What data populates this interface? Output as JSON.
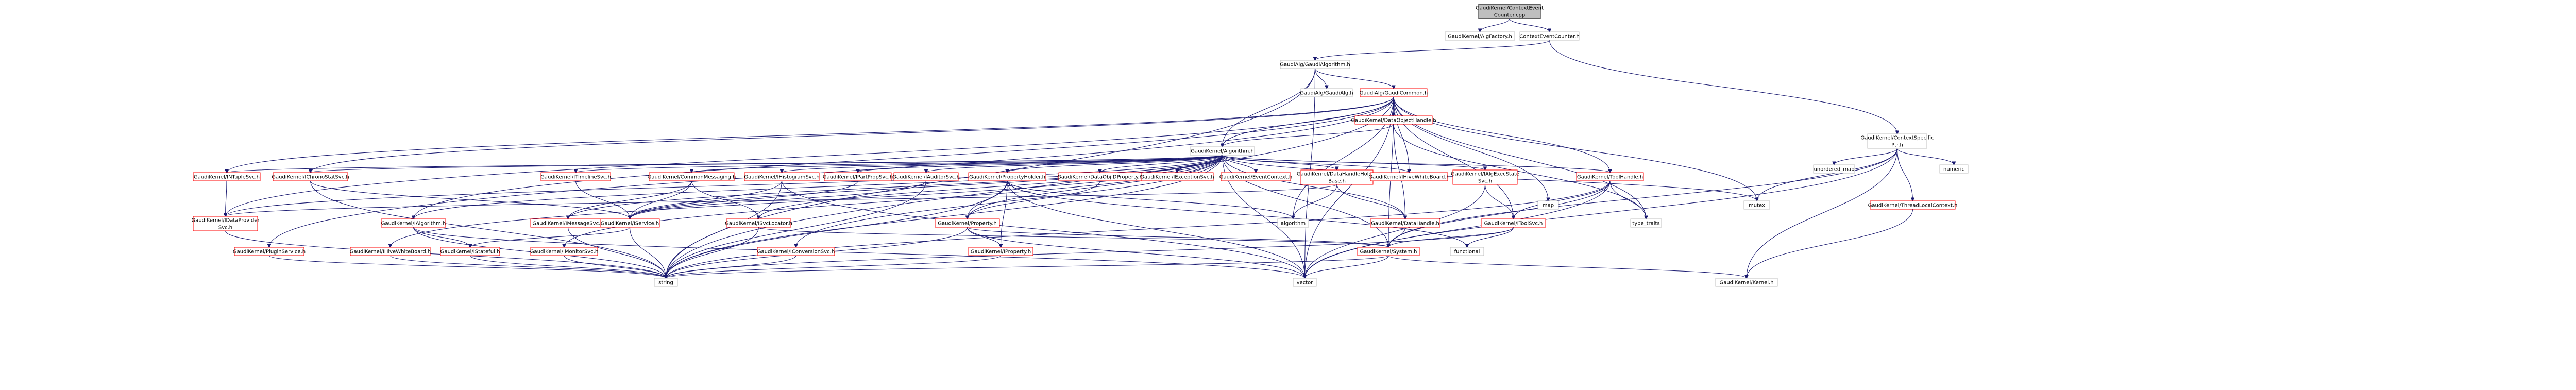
{
  "root": {
    "lines": [
      "GaudiKernel/ContextEvent",
      "Counter.cpp"
    ]
  },
  "nodes": [
    {
      "id": "algfactory",
      "lines": [
        "GaudiKernel/AlgFactory.h"
      ],
      "style": "plain"
    },
    {
      "id": "ctxcounter",
      "lines": [
        "ContextEventCounter.h"
      ],
      "style": "plain"
    },
    {
      "id": "gaudialg",
      "lines": [
        "GaudiAlg/GaudiAlgorithm.h"
      ],
      "style": "plain"
    },
    {
      "id": "ctxspecific",
      "lines": [
        "GaudiKernel/ContextSpecific",
        "Ptr.h"
      ],
      "style": "plain"
    },
    {
      "id": "gaudialgh",
      "lines": [
        "GaudiAlg/GaudiAlg.h"
      ],
      "style": "plain"
    },
    {
      "id": "gaudicommon",
      "lines": [
        "GaudiAlg/GaudiCommon.h"
      ],
      "style": "red"
    },
    {
      "id": "dataobjhandle",
      "lines": [
        "GaudiKernel/DataObjectHandle.h"
      ],
      "style": "red"
    },
    {
      "id": "algorithm",
      "lines": [
        "GaudiKernel/Algorithm.h"
      ],
      "style": "plain"
    },
    {
      "id": "unordered_map",
      "lines": [
        "unordered_map"
      ],
      "style": "plain"
    },
    {
      "id": "numeric",
      "lines": [
        "numeric"
      ],
      "style": "plain"
    },
    {
      "id": "threadlocal",
      "lines": [
        "GaudiKernel/ThreadLocalContext.h"
      ],
      "style": "red"
    },
    {
      "id": "iniuplesvc",
      "lines": [
        "GaudiKernel/INTupleSvc.h"
      ],
      "style": "red"
    },
    {
      "id": "ichronostat",
      "lines": [
        "GaudiKernel/IChronoStatSvc.h"
      ],
      "style": "red"
    },
    {
      "id": "itimelinesvc",
      "lines": [
        "GaudiKernel/ITimelineSvc.h"
      ],
      "style": "red"
    },
    {
      "id": "commonmsg",
      "lines": [
        "GaudiKernel/CommonMessaging.h"
      ],
      "style": "red"
    },
    {
      "id": "ihistosvc",
      "lines": [
        "GaudiKernel/IHistogramSvc.h"
      ],
      "style": "red"
    },
    {
      "id": "ipartpropsvc",
      "lines": [
        "GaudiKernel/IPartPropSvc.h"
      ],
      "style": "red"
    },
    {
      "id": "iauditorsvc",
      "lines": [
        "GaudiKernel/IAuditorSvc.h"
      ],
      "style": "red"
    },
    {
      "id": "propertyholder",
      "lines": [
        "GaudiKernel/PropertyHolder.h"
      ],
      "style": "red"
    },
    {
      "id": "dataobjid",
      "lines": [
        "GaudiKernel/DataObjIDProperty.h"
      ],
      "style": "red"
    },
    {
      "id": "iexception",
      "lines": [
        "GaudiKernel/IExceptionSvc.h"
      ],
      "style": "red"
    },
    {
      "id": "eventcontext",
      "lines": [
        "GaudiKernel/EventContext.h"
      ],
      "style": "red"
    },
    {
      "id": "datahandleholder",
      "lines": [
        "GaudiKernel/DataHandleHolder",
        "Base.h"
      ],
      "style": "red"
    },
    {
      "id": "ihivewbcontext",
      "lines": [
        "GaudiKernel/IHiveWhiteBoard.h"
      ],
      "style": "red"
    },
    {
      "id": "ialgexecstate",
      "lines": [
        "GaudiKernel/IAlgExecState",
        "Svc.h"
      ],
      "style": "red"
    },
    {
      "id": "toolhandle",
      "lines": [
        "GaudiKernel/ToolHandle.h"
      ],
      "style": "red"
    },
    {
      "id": "mutex",
      "lines": [
        "mutex"
      ],
      "style": "plain"
    },
    {
      "id": "idataprovider",
      "lines": [
        "GaudiKernel/IDataProvider",
        "Svc.h"
      ],
      "style": "red"
    },
    {
      "id": "ialgorithm",
      "lines": [
        "GaudiKernel/IAlgorithm.h"
      ],
      "style": "red"
    },
    {
      "id": "imessagesvc",
      "lines": [
        "GaudiKernel/IMessageSvc.h"
      ],
      "style": "red"
    },
    {
      "id": "iservice",
      "lines": [
        "GaudiKernel/IService.h"
      ],
      "style": "red"
    },
    {
      "id": "isvclocator",
      "lines": [
        "GaudiKernel/ISvcLocator.h"
      ],
      "style": "red"
    },
    {
      "id": "property",
      "lines": [
        "GaudiKernel/Property.h"
      ],
      "style": "red"
    },
    {
      "id": "algorithmstd",
      "lines": [
        "algorithm"
      ],
      "style": "plain"
    },
    {
      "id": "datahandle",
      "lines": [
        "GaudiKernel/DataHandle.h"
      ],
      "style": "red"
    },
    {
      "id": "itoolsvc",
      "lines": [
        "GaudiKernel/IToolSvc.h"
      ],
      "style": "red"
    },
    {
      "id": "map",
      "lines": [
        "map"
      ],
      "style": "plain"
    },
    {
      "id": "type_traits",
      "lines": [
        "type_traits"
      ],
      "style": "plain"
    },
    {
      "id": "ipluginsvc",
      "lines": [
        "GaudiKernel/PluginService.h"
      ],
      "style": "red"
    },
    {
      "id": "iinvalidwhiteboard",
      "lines": [
        "GaudiKernel/IHiveWhiteBoard.h"
      ],
      "style": "red"
    },
    {
      "id": "istatefulh",
      "lines": [
        "GaudiKernel/IStateful.h"
      ],
      "style": "red"
    },
    {
      "id": "imonitorsvc",
      "lines": [
        "GaudiKernel/IMonitorSvc.h"
      ],
      "style": "red"
    },
    {
      "id": "iconversionsvc",
      "lines": [
        "GaudiKernel/IConversionSvc.h"
      ],
      "style": "red"
    },
    {
      "id": "iproperty",
      "lines": [
        "GaudiKernel/IProperty.h"
      ],
      "style": "red"
    },
    {
      "id": "system",
      "lines": [
        "GaudiKernel/System.h"
      ],
      "style": "red"
    },
    {
      "id": "functional",
      "lines": [
        "functional"
      ],
      "style": "plain"
    },
    {
      "id": "string",
      "lines": [
        "string"
      ],
      "style": "plain"
    },
    {
      "id": "vector",
      "lines": [
        "vector"
      ],
      "style": "plain"
    },
    {
      "id": "kernel",
      "lines": [
        "GaudiKernel/Kernel.h"
      ],
      "style": "plain"
    }
  ]
}
